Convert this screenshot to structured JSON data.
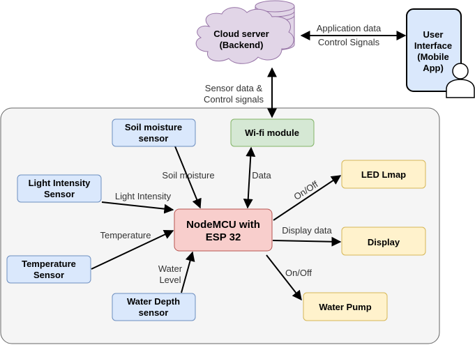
{
  "nodes": {
    "cloud": {
      "line1": "Cloud server",
      "line2": "(Backend)"
    },
    "ui": {
      "line1": "User",
      "line2": "Interface",
      "line3": "(Mobile",
      "line4": "App)"
    },
    "soil": {
      "line1": "Soil moisture",
      "line2": "sensor"
    },
    "wifi": {
      "line1": "Wi-fi module"
    },
    "light": {
      "line1": "Light Intensity",
      "line2": "Sensor"
    },
    "temp": {
      "line1": "Temperature",
      "line2": "Sensor"
    },
    "water_depth": {
      "line1": "Water Depth",
      "line2": "sensor"
    },
    "mcu": {
      "line1": "NodeMCU with",
      "line2": "ESP 32"
    },
    "led": {
      "line1": "LED Lmap"
    },
    "display": {
      "line1": "Display"
    },
    "pump": {
      "line1": "Water Pump"
    }
  },
  "edges": {
    "app_data": "Application data",
    "control_signals": "Control Signals",
    "sensor_data_1": "Sensor data &",
    "sensor_data_2": "Control signals",
    "soil_moisture": "Soil moisture",
    "data": "Data",
    "light_intensity": "Light Intensity",
    "temperature": "Temperature",
    "water_level_1": "Water",
    "water_level_2": "Level",
    "on_off_led": "On/Off",
    "display_data": "Display data",
    "on_off_pump": "On/Off"
  },
  "colors": {
    "sensor_fill": "#dae8fc",
    "sensor_stroke": "#6c8ebf",
    "mcu_fill": "#f8cecc",
    "mcu_stroke": "#b85450",
    "wifi_fill": "#d5e8d4",
    "wifi_stroke": "#82b366",
    "output_fill": "#fff2cc",
    "output_stroke": "#d6b656",
    "cloud_fill": "#e1d5e7",
    "cloud_stroke": "#9673a6",
    "container_fill": "#f5f5f5",
    "container_stroke": "#666666"
  },
  "icons": [
    "database-icon",
    "cloud-icon",
    "user-icon"
  ]
}
